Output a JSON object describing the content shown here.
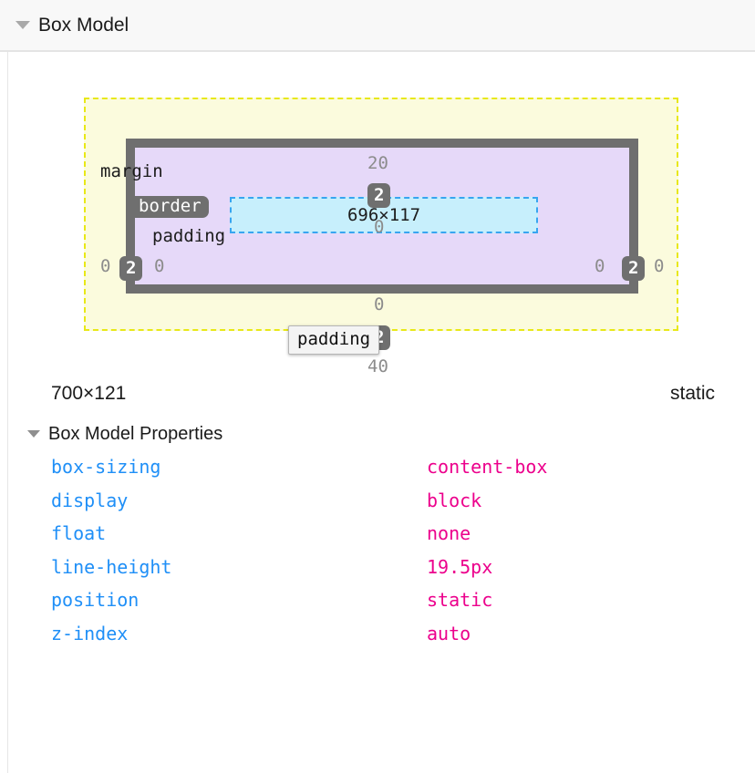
{
  "panel": {
    "title": "Box Model",
    "twisty_icon": "triangle-down-icon"
  },
  "box_model": {
    "regions": {
      "margin_label": "margin",
      "border_label": "border",
      "padding_label": "padding"
    },
    "content_size": "696×117",
    "values": {
      "margin": {
        "top": "20",
        "right": "0",
        "bottom": "40",
        "left": "0"
      },
      "border": {
        "top": "2",
        "right": "2",
        "bottom": "2",
        "left": "2"
      },
      "padding": {
        "top": "0",
        "right": "0",
        "bottom": "0",
        "left": "0"
      }
    },
    "tooltip": {
      "text": "padding",
      "visible": true
    },
    "colors": {
      "margin_fill": "#fbfbdd",
      "margin_stroke": "#e8e817",
      "border_fill": "#6f6f6f",
      "padding_fill": "#e6d9f9",
      "content_fill": "#c7effc",
      "content_stroke": "#38a5f0",
      "value_text": "#8c8c8c",
      "highlight_bg": "#6f6f6f"
    }
  },
  "summary": {
    "element_size": "700×121",
    "position": "static"
  },
  "properties_section": {
    "title": "Box Model Properties",
    "twisty_icon": "triangle-down-icon",
    "rows": [
      {
        "name": "box-sizing",
        "value": "content-box"
      },
      {
        "name": "display",
        "value": "block"
      },
      {
        "name": "float",
        "value": "none"
      },
      {
        "name": "line-height",
        "value": "19.5px"
      },
      {
        "name": "position",
        "value": "static"
      },
      {
        "name": "z-index",
        "value": "auto"
      }
    ],
    "colors": {
      "name": "#1f8ff7",
      "value": "#ec008c"
    }
  }
}
